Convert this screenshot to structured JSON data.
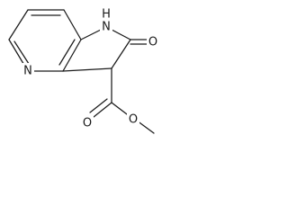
{
  "molecule": {
    "atoms": {
      "nh": "N",
      "nh_h": "H",
      "pyridine_n": "N",
      "lactam_o": "O",
      "ester_carbonyl_o": "O",
      "ester_o": "O"
    }
  }
}
